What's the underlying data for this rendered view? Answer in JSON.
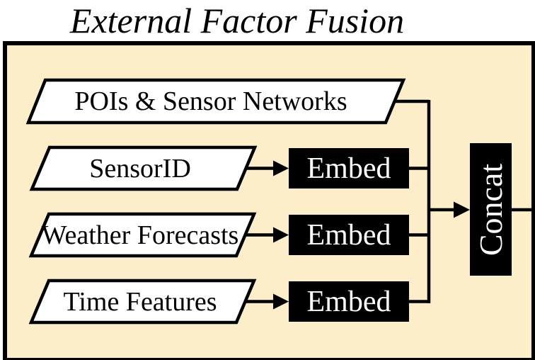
{
  "title": "External Factor Fusion",
  "inputs": {
    "pois": "POIs & Sensor Networks",
    "sensor_id": "SensorID",
    "weather": "Weather Forecasts",
    "time": "Time Features"
  },
  "ops": {
    "embed": "Embed",
    "concat": "Concat"
  },
  "colors": {
    "container_fill": "#FBEEC8",
    "container_border": "#000000",
    "input_fill": "#FFFFFF",
    "op_fill": "#000000",
    "op_text": "#FFFFFF",
    "wire": "#000000"
  }
}
